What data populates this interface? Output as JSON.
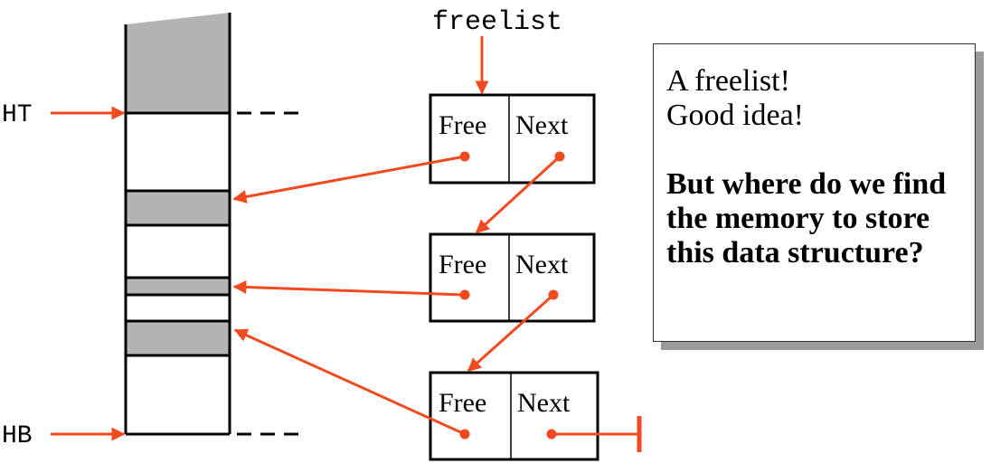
{
  "labels": {
    "freelist": "freelist",
    "heap_top": "HT",
    "heap_bottom": "HB"
  },
  "nodes": [
    {
      "free": "Free",
      "next": "Next"
    },
    {
      "free": "Free",
      "next": "Next"
    },
    {
      "free": "Free",
      "next": "Next"
    }
  ],
  "note": {
    "line1": "A freelist!",
    "line2": "Good idea!",
    "question": "But where do we find the memory to store this data structure?"
  },
  "colors": {
    "arrow": "#f04a1e",
    "allocated": "#b3b3b3",
    "outline": "#000000",
    "shadow": "#9a9a9a"
  }
}
